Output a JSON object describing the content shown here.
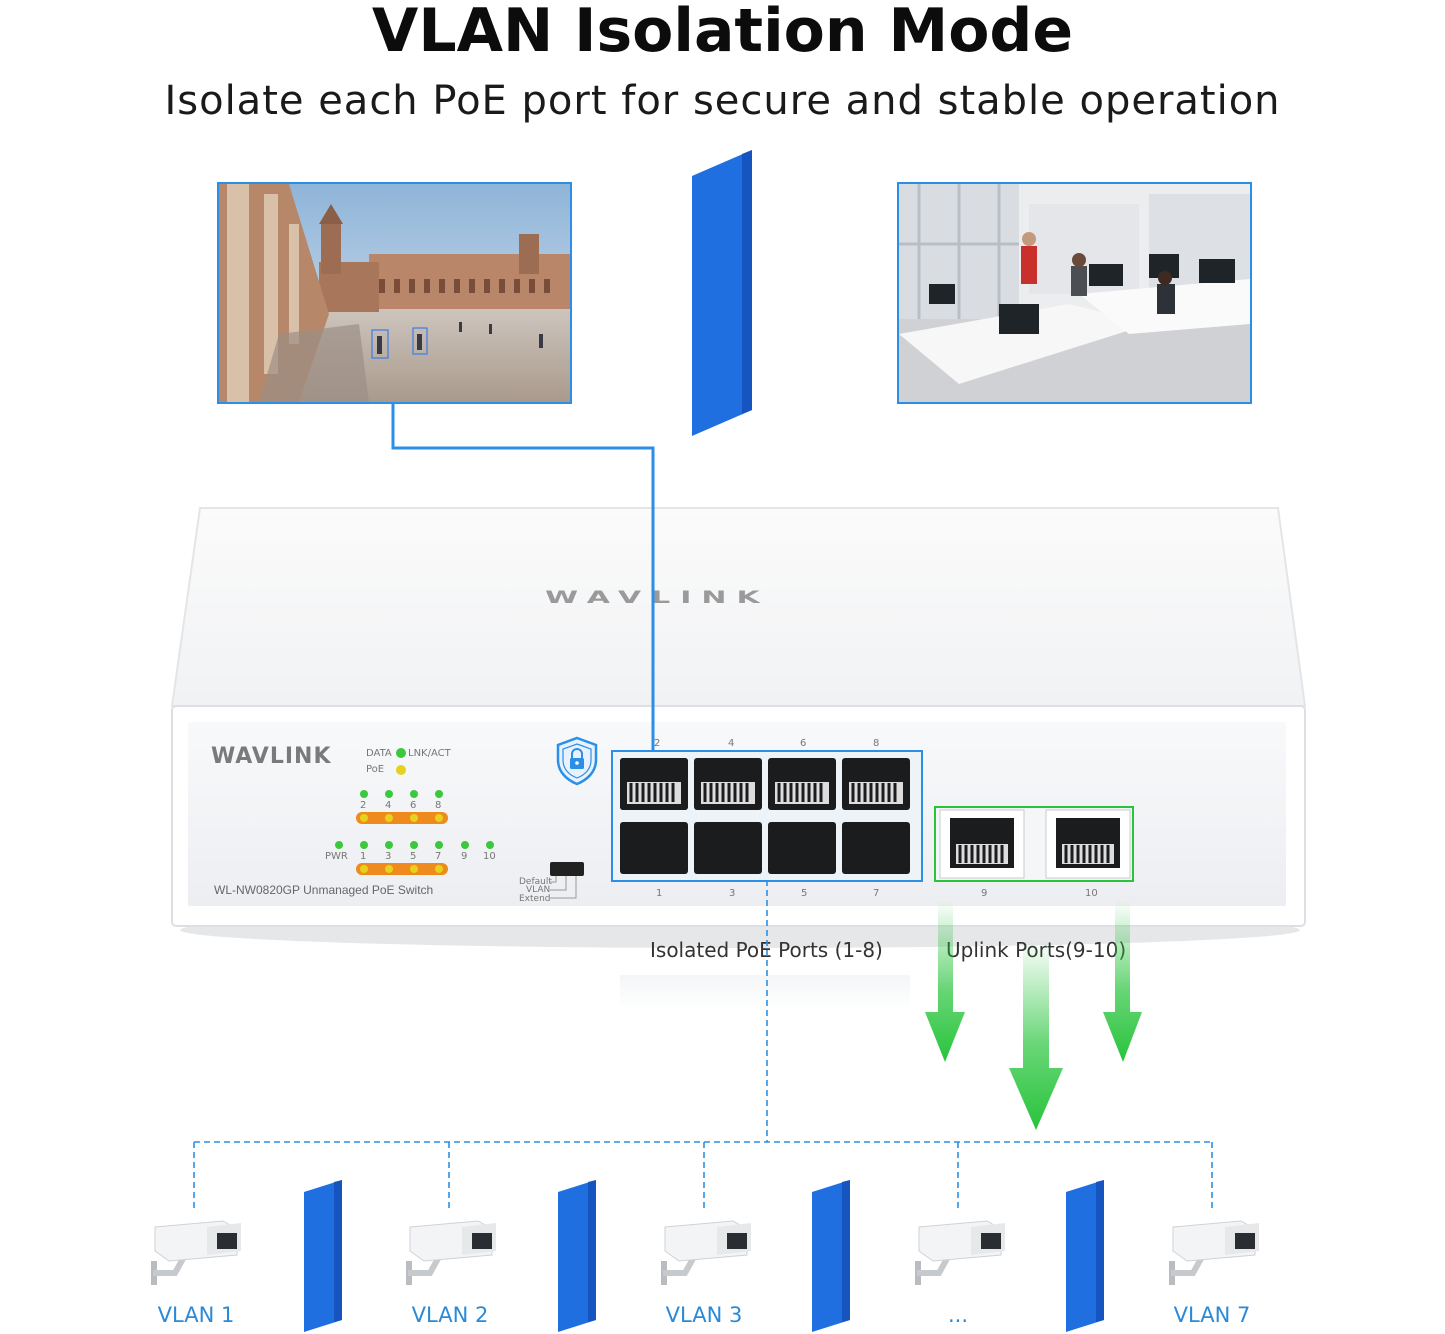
{
  "title": "VLAN Isolation Mode",
  "subtitle": "Isolate each PoE port for secure and stable operation",
  "switch": {
    "brand": "WAVLINK",
    "model": "WL-NW0820GP Unmanaged PoE Switch",
    "led_legend": {
      "data": "DATA",
      "lnk_act": "LNK/ACT",
      "poe": "PoE"
    },
    "pwr_label": "PWR",
    "led_top_numbers": [
      "2",
      "4",
      "6",
      "8"
    ],
    "led_bottom_numbers": [
      "1",
      "3",
      "5",
      "7",
      "9",
      "10"
    ],
    "switch_modes": [
      "Default",
      "VLAN",
      "Extend"
    ],
    "port_top_numbers": [
      "2",
      "4",
      "6",
      "8"
    ],
    "port_bottom_numbers": [
      "1",
      "3",
      "5",
      "7"
    ],
    "uplink_numbers": [
      "9",
      "10"
    ]
  },
  "labels": {
    "isolated_ports": "Isolated PoE Ports (1-8)",
    "uplink_ports": "Uplink Ports(9-10)"
  },
  "cameras": [
    {
      "label": "VLAN 1"
    },
    {
      "label": "VLAN 2"
    },
    {
      "label": "VLAN 3"
    },
    {
      "label": "..."
    },
    {
      "label": "VLAN 7"
    }
  ],
  "colors": {
    "isolation_blue": "#1f6fe0",
    "vlan_link_blue": "#2b8fe8",
    "uplink_green": "#28c43c",
    "led_green": "#3cc83c",
    "led_yellow": "#e6d21e",
    "led_orange": "#ef8a1c"
  },
  "icons": {
    "security": "shield-lock-icon",
    "camera": "security-camera-icon"
  }
}
